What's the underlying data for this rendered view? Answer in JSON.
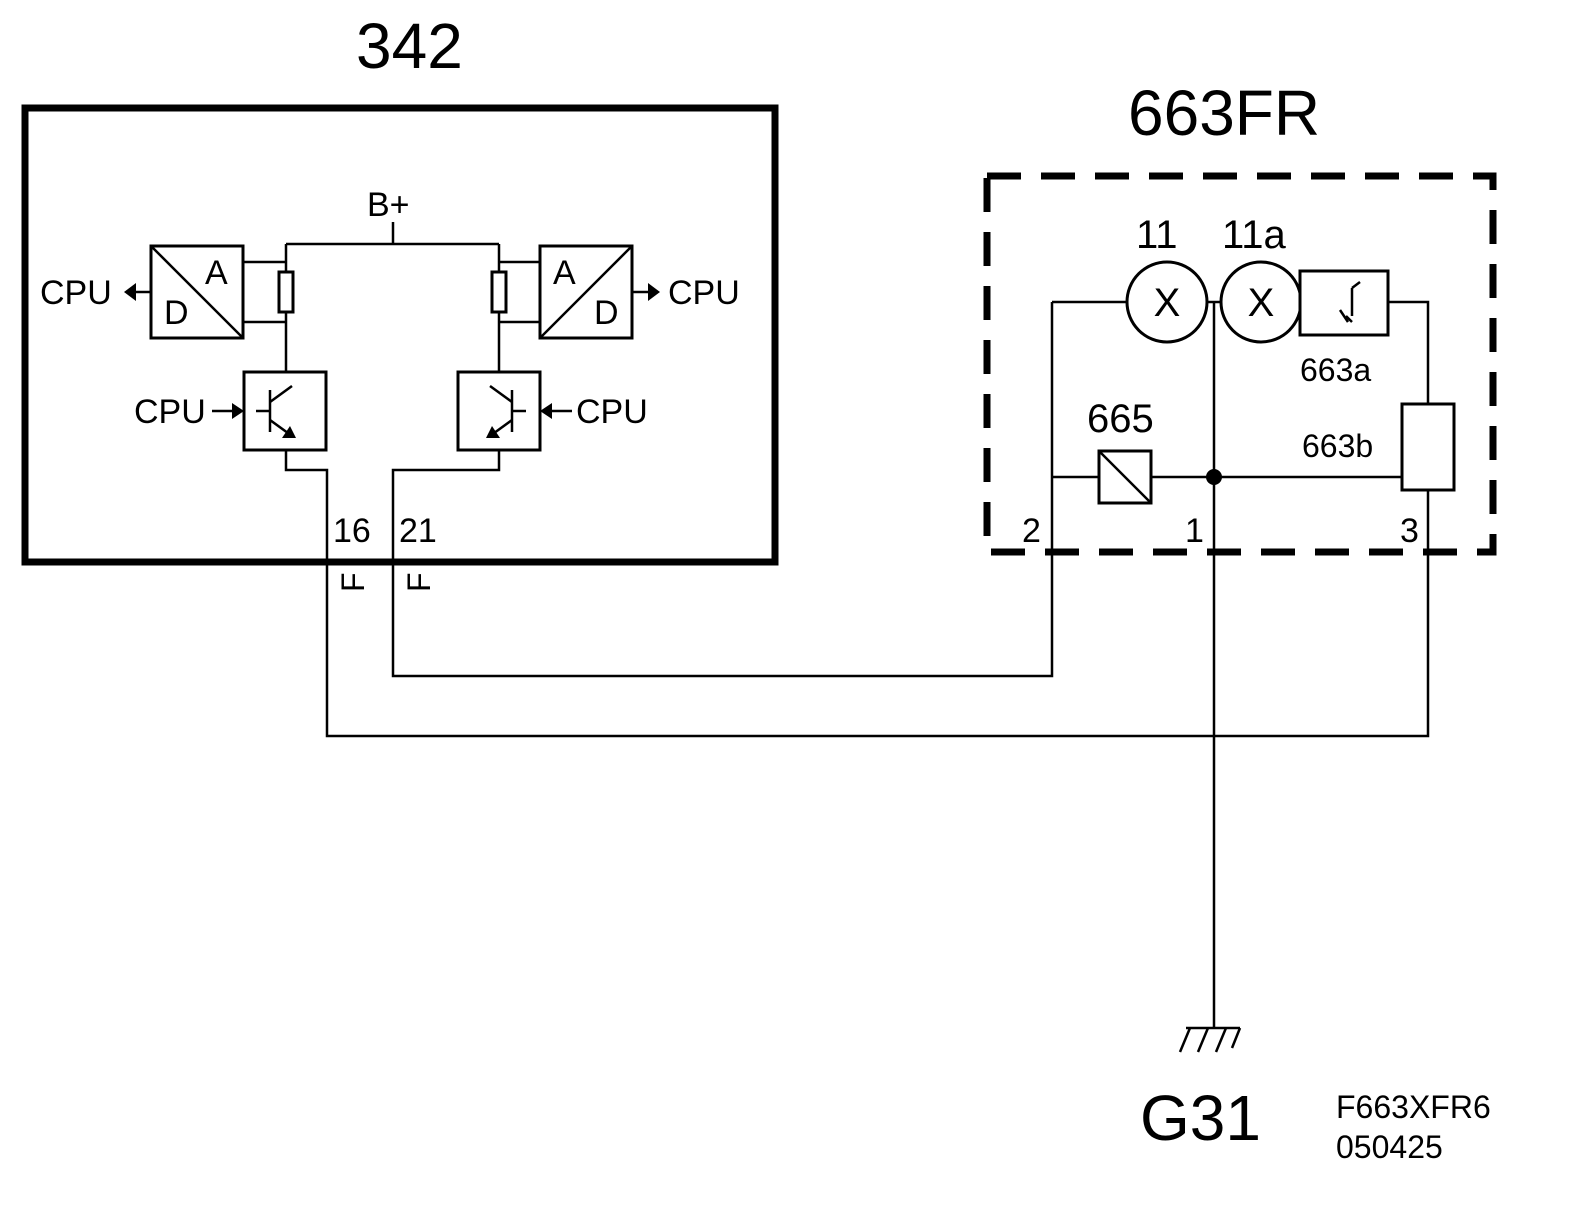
{
  "module_342": {
    "title": "342",
    "supply": "B+",
    "adc_left": {
      "a": "A",
      "d": "D",
      "output": "CPU"
    },
    "adc_right": {
      "a": "A",
      "d": "D",
      "output": "CPU"
    },
    "driver_left_input": "CPU",
    "driver_right_input": "CPU",
    "pin_16": "16",
    "pin_21": "21",
    "pin_16_connector": "F",
    "pin_21_connector": "F"
  },
  "module_663FR": {
    "title": "663FR",
    "lamp_11": "11",
    "lamp_11a": "11a",
    "lamp_glyph": "X",
    "component_663a": "663a",
    "component_663b": "663b",
    "component_665": "665",
    "pin_2": "2",
    "pin_1": "1",
    "pin_3": "3"
  },
  "ground": {
    "label": "G31"
  },
  "footer": {
    "code": "F663XFR6",
    "date": "050425"
  },
  "colors": {
    "line": "#000000",
    "background": "#ffffff"
  }
}
